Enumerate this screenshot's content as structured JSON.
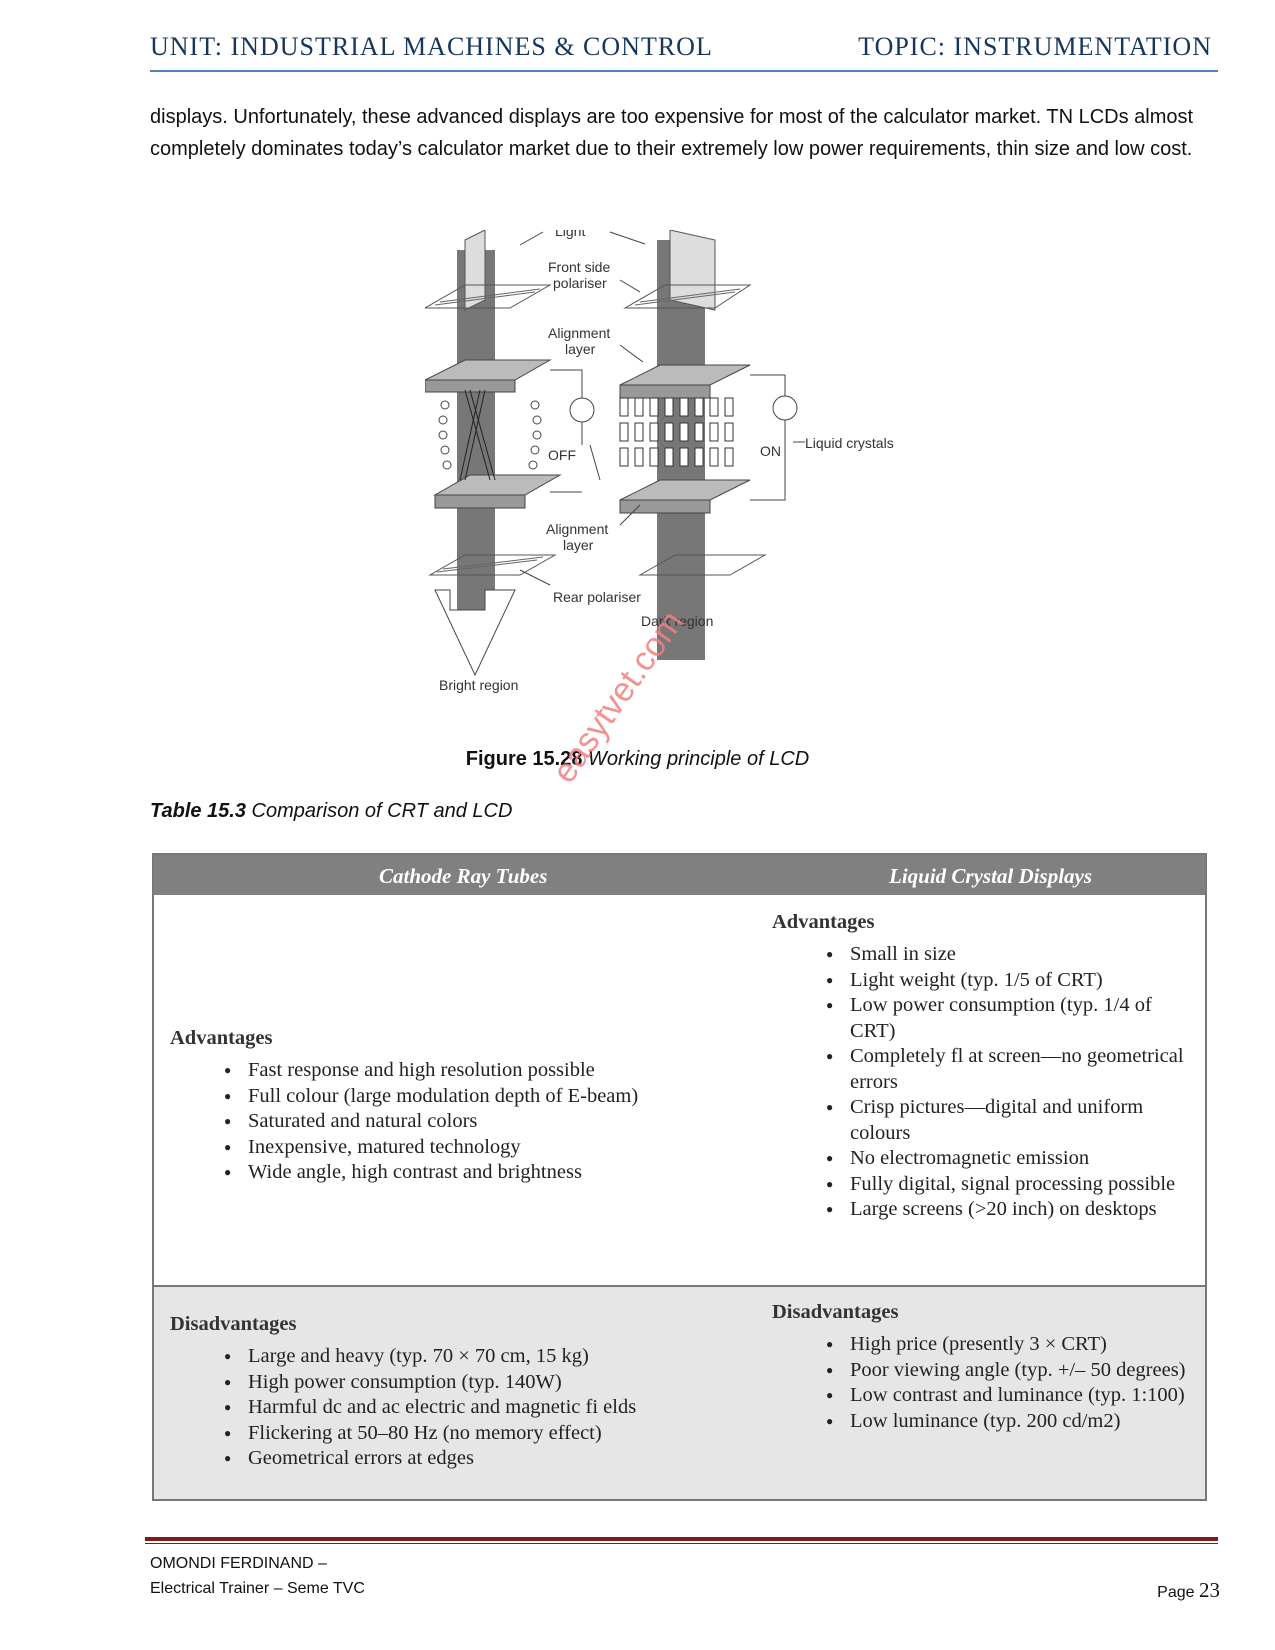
{
  "header": {
    "unit": "UNIT: INDUSTRIAL MACHINES & CONTROL",
    "topic": "TOPIC: INSTRUMENTATION"
  },
  "intro_text": "displays. Unfortunately, these advanced displays are too expensive for most of the calculator market. TN LCDs almost completely dominates today’s calculator market due to their extremely low power requirements, thin size and low cost.",
  "figure": {
    "labels": {
      "light": "Light",
      "front_polariser_1": "Front side",
      "front_polariser_2": "polariser",
      "alignment_top_1": "Alignment",
      "alignment_top_2": "layer",
      "off": "OFF",
      "on": "ON",
      "liquid_crystals": "Liquid crystals",
      "alignment_bottom_1": "Alignment",
      "alignment_bottom_2": "layer",
      "rear_polariser": "Rear polariser",
      "dark_region": "Dark region",
      "bright_region": "Bright region"
    },
    "caption_num": "Figure 15.28",
    "caption_text": "Working principle of LCD"
  },
  "watermark": "easytvet.com",
  "table_caption": {
    "num": "Table 15.3",
    "text": "Comparison of CRT and LCD"
  },
  "table": {
    "col1_header": "Cathode Ray Tubes",
    "col2_header": "Liquid Crystal Displays",
    "crt_adv_title": "Advantages",
    "crt_adv": [
      "Fast response and high resolution possible",
      "Full colour (large modulation depth of E-beam)",
      "Saturated and natural colors",
      "Inexpensive, matured technology",
      "Wide angle, high contrast and brightness"
    ],
    "lcd_adv_title": "Advantages",
    "lcd_adv": [
      "Small in size",
      "Light weight (typ. 1/5 of CRT)",
      "Low power consumption (typ. 1/4 of CRT)",
      "Completely fl at screen—no geometrical errors",
      "Crisp pictures—digital and uniform colours",
      "No electromagnetic emission",
      "Fully digital, signal processing possible",
      "Large screens (>20 inch) on desktops"
    ],
    "crt_dis_title": "Disadvantages",
    "crt_dis": [
      "Large and heavy (typ. 70 × 70 cm, 15 kg)",
      "High power consumption (typ. 140W)",
      "Harmful dc and ac electric and magnetic fi elds",
      "Flickering at 50–80 Hz (no memory effect)",
      "Geometrical errors at edges"
    ],
    "lcd_dis_title": "Disadvantages",
    "lcd_dis": [
      "High price (presently 3 × CRT)",
      "Poor viewing angle (typ. +/– 50 degrees)",
      "Low contrast and luminance (typ. 1:100)",
      "Low luminance (typ. 200 cd/m2)"
    ]
  },
  "footer": {
    "author": "OMONDI FERDINAND –",
    "role": "Electrical Trainer – Seme TVC",
    "page_label": "Page",
    "page_num": "23"
  }
}
